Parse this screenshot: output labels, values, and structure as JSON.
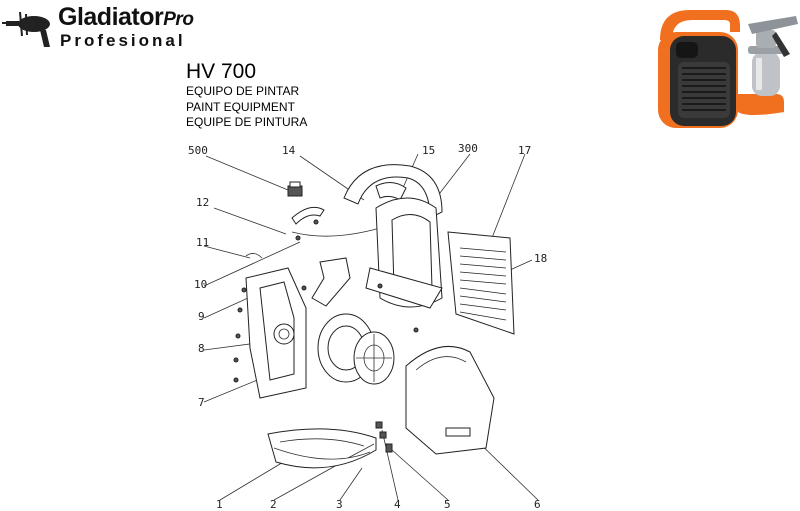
{
  "brand": {
    "name": "Gladiator",
    "pro": "Pro",
    "sub": "Profesional"
  },
  "product": {
    "model": "HV 700",
    "subtitles": [
      "EQUIPO DE PINTAR",
      "PAINT EQUIPMENT",
      "EQUIPE DE PINTURA"
    ]
  },
  "colors": {
    "accent": "#f07020",
    "body": "#333333"
  },
  "part_labels": {
    "p1": "1",
    "p2": "2",
    "p3": "3",
    "p4": "4",
    "p5": "5",
    "p6": "6",
    "p7": "7",
    "p8": "8",
    "p9": "9",
    "p10": "10",
    "p11": "11",
    "p12": "12",
    "p14": "14",
    "p15": "15",
    "p17": "17",
    "p18": "18",
    "p300": "300",
    "p500": "500"
  }
}
